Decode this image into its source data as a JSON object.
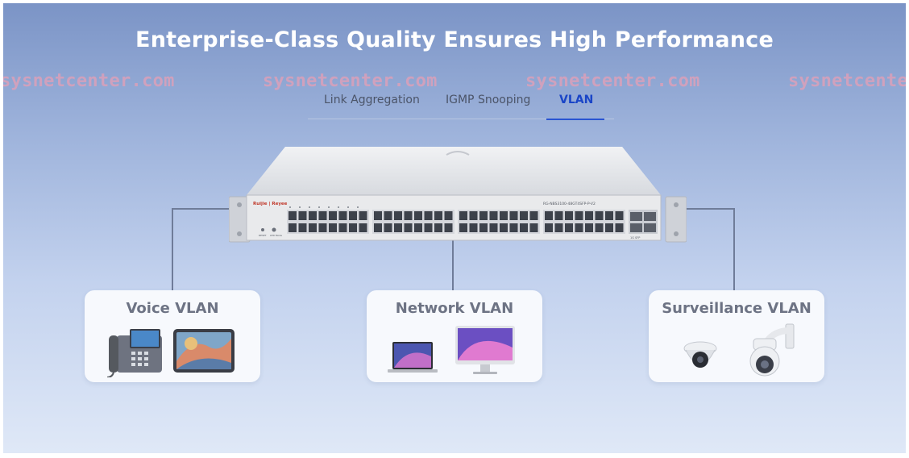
{
  "headline": "Enterprise-Class Quality Ensures High Performance",
  "watermark": "sysnetcenter.com",
  "watermark_partial": "sysnetcente",
  "tabs": [
    {
      "label": "Link Aggregation",
      "active": false
    },
    {
      "label": "IGMP Snooping",
      "active": false
    },
    {
      "label": "VLAN",
      "active": true
    }
  ],
  "switch": {
    "brand": "Ruijie | Reyee",
    "model": "RG-NBS3100-48GT4SFP-P-V2",
    "reset_label": "RESET",
    "led_label": "LED Mode",
    "sfp_label": "1G SFP"
  },
  "vlans": [
    {
      "title": "Voice VLAN",
      "devices": [
        "ip-phone-icon",
        "tablet-icon"
      ]
    },
    {
      "title": "Network VLAN",
      "devices": [
        "laptop-icon",
        "desktop-monitor-icon"
      ]
    },
    {
      "title": "Surveillance VLAN",
      "devices": [
        "dome-camera-icon",
        "ptz-camera-icon"
      ]
    }
  ],
  "colors": {
    "accent": "#2a55d2",
    "headline": "#ffffff",
    "card_title": "#6d7384",
    "connector": "#6f7c99"
  }
}
